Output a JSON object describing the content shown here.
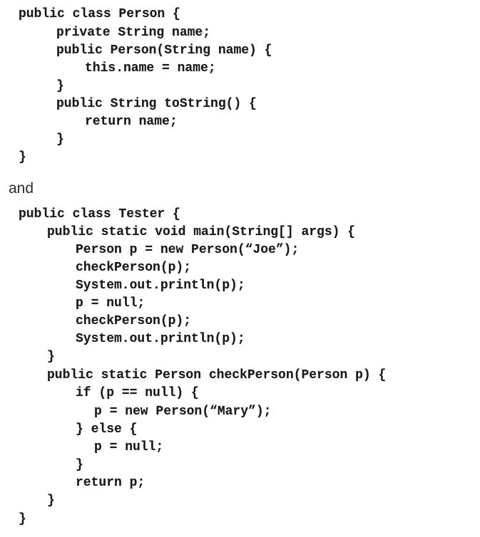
{
  "person_class": {
    "lines": [
      "public class Person {",
      "private String name;",
      "public Person(String name) {",
      "this.name = name;",
      "}",
      "public String toString() {",
      "return name;",
      "}",
      "}"
    ]
  },
  "connector_text": "and",
  "tester_class": {
    "lines": [
      "public class Tester {",
      "public static void main(String[] args) {",
      "Person p = new Person(“Joe”);",
      "checkPerson(p);",
      "System.out.println(p);",
      "p = null;",
      "checkPerson(p);",
      "System.out.println(p);",
      "}",
      "public static Person checkPerson(Person p) {",
      "if (p == null) {",
      "p = new Person(“Mary”);",
      "} else {",
      "p = null;",
      "}",
      "return p;",
      "}",
      "}"
    ]
  }
}
